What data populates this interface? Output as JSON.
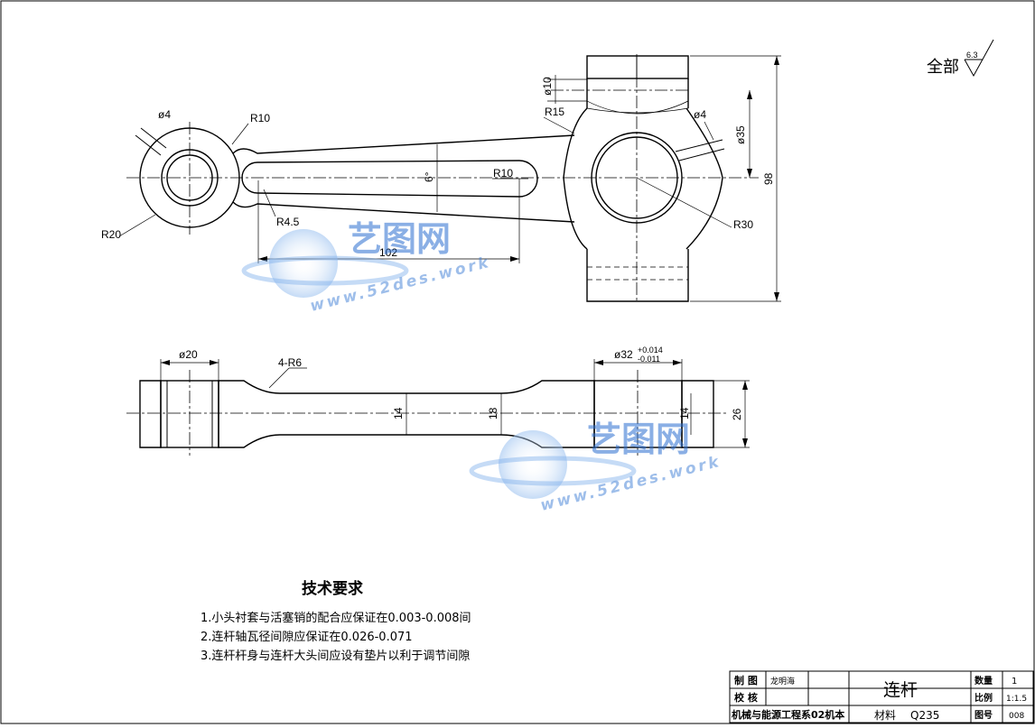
{
  "surface_finish": {
    "label": "全部",
    "value": "6.3"
  },
  "front_view_dims": {
    "d4_left": "ø4",
    "r10_top": "R10",
    "r20": "R20",
    "r45": "R4.5",
    "l102": "102",
    "r10_slot": "R10",
    "r15": "R15",
    "d10": "ø10",
    "d4_right": "ø4",
    "d35": "ø35",
    "r30": "R30",
    "h98": "98",
    "angle": "6°"
  },
  "section_view_dims": {
    "d20": "ø20",
    "fillet": "4-R6",
    "t14_a": "14",
    "t18": "18",
    "d32": "ø32",
    "tol_upper": "+0.014",
    "tol_lower": "-0.011",
    "t14_b": "14",
    "h26": "26"
  },
  "watermark": {
    "cn": "艺图网",
    "en": "www.52des.work"
  },
  "tech_requirements": {
    "title": "技术要求",
    "items": [
      "1.小头衬套与活塞销的配合应保证在0.003-0.008间",
      "2.连杆轴瓦径间隙应保证在0.026-0.071",
      "3.连杆杆身与连杆大头间应设有垫片以利于调节间隙"
    ]
  },
  "title_block": {
    "draw_label": "制 图",
    "drawer": "龙明海",
    "check_label": "校 核",
    "org": "机械与能源工程系02机本",
    "part_name": "连杆",
    "material_label": "材料",
    "material": "Q235",
    "qty_label": "数量",
    "qty": "1",
    "scale_label": "比例",
    "scale": "1:1.5",
    "drawing_no_label": "图号",
    "drawing_no": "008"
  }
}
